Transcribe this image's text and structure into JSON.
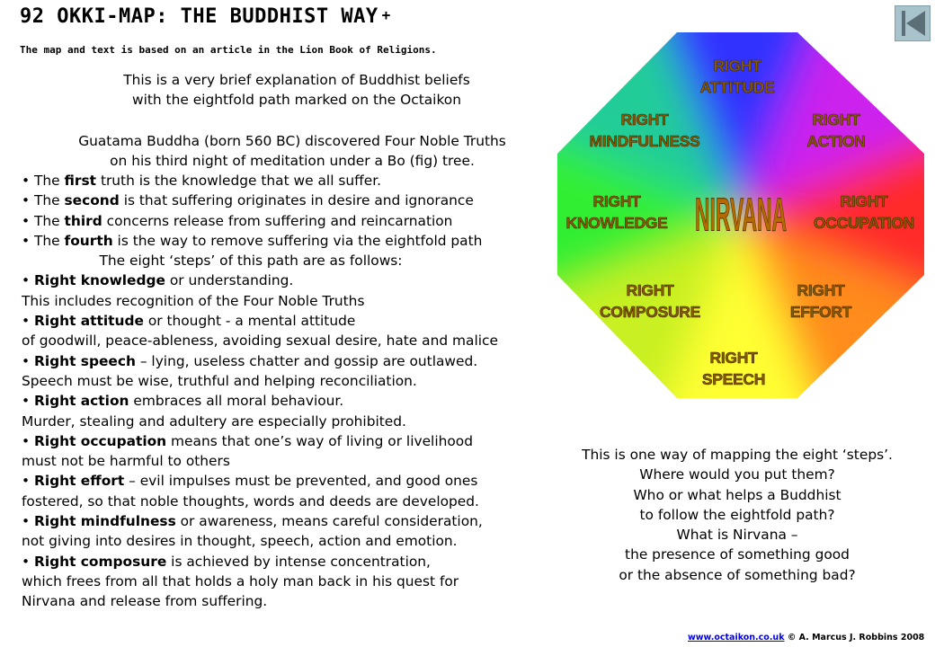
{
  "header": {
    "title": "92 OKKI-MAP: THE BUDDHIST WAY",
    "title_plus": "+",
    "subtitle": "The map and text is based on an article in the Lion Book of Religions."
  },
  "nav": {
    "back_icon": "skip-back-icon",
    "button_color": "#a9c3cc"
  },
  "intro": [
    "This is a very brief explanation of Buddhist beliefs",
    "with the eightfold path marked on the Octaikon"
  ],
  "buddha": [
    "Guatama Buddha (born 560 BC) discovered Four Noble Truths",
    "on his third night of meditation under a Bo (fig) tree."
  ],
  "truths": [
    {
      "pre": "The ",
      "bold": "first",
      "post": " truth is the knowledge that we all suffer."
    },
    {
      "pre": "The ",
      "bold": "second",
      "post": " is that suffering originates in desire and ignorance"
    },
    {
      "pre": "The ",
      "bold": "third",
      "post": " concerns release from suffering and reincarnation"
    },
    {
      "pre": "The ",
      "bold": "fourth",
      "post": " is the way to remove suffering via the eightfold path"
    }
  ],
  "steps_title": "The eight ‘steps’ of this path are as follows:",
  "steps": [
    {
      "bold": "Right knowledge",
      "post": " or understanding.",
      "cont": [
        "This includes recognition of the Four Noble Truths"
      ]
    },
    {
      "bold": "Right attitude",
      "post": " or thought  - a mental attitude",
      "cont": [
        "of goodwill, peace-ableness, avoiding sexual desire, hate and malice"
      ]
    },
    {
      "bold": "Right speech",
      "post": " – lying, useless chatter and gossip are outlawed.",
      "cont": [
        "Speech must be wise, truthful and helping reconciliation."
      ]
    },
    {
      "bold": "Right action",
      "post": " embraces all moral behaviour.",
      "cont": [
        "Murder, stealing and adultery are especially prohibited."
      ]
    },
    {
      "bold": "Right occupation",
      "post": " means that one’s way of living or livelihood",
      "cont": [
        "must not be harmful to others"
      ]
    },
    {
      "bold": "Right effort",
      "post": " – evil impulses must be prevented, and good ones",
      "cont": [
        "fostered, so that noble thoughts, words and deeds are developed."
      ]
    },
    {
      "bold": "Right mindfulness",
      "post": " or awareness, means careful consideration,",
      "cont": [
        "not giving into desires in thought, speech, action and emotion."
      ]
    },
    {
      "bold": "Right composure",
      "post": " is achieved by intense concentration,",
      "cont": [
        "which frees from all that holds a holy man back in his quest for",
        "Nirvana and release from suffering."
      ]
    }
  ],
  "octagon": {
    "center": "NIRVANA",
    "labels": {
      "top": [
        "RIGHT",
        "ATTITUDE"
      ],
      "top_right": [
        "RIGHT",
        "ACTION"
      ],
      "right": [
        "RIGHT",
        "OCCUPATION"
      ],
      "bottom_right": [
        "RIGHT",
        "EFFORT"
      ],
      "bottom": [
        "RIGHT",
        "SPEECH"
      ],
      "bottom_left": [
        "RIGHT",
        "COMPOSURE"
      ],
      "left": [
        "RIGHT",
        "KNOWLEDGE"
      ],
      "top_left": [
        "RIGHT",
        "MINDFULNESS"
      ]
    },
    "colors": {
      "top": "#3030ff",
      "top_right": "#cc22ee",
      "right": "#ff2a2a",
      "bottom_right": "#ff8c1a",
      "bottom": "#ffff33",
      "bottom_left": "#c8f020",
      "left": "#33ee33",
      "top_left": "#22cc99"
    }
  },
  "questions": [
    "This is one way of mapping the eight ‘steps’.",
    "Where would you put them?",
    "Who or what helps a Buddhist",
    "to follow the eightfold path?",
    "What is Nirvana –",
    "the presence of something good",
    "or the absence of something bad?"
  ],
  "footer": {
    "link": "www.octaikon.co.uk",
    "credit": " © A. Marcus J. Robbins 2008"
  }
}
